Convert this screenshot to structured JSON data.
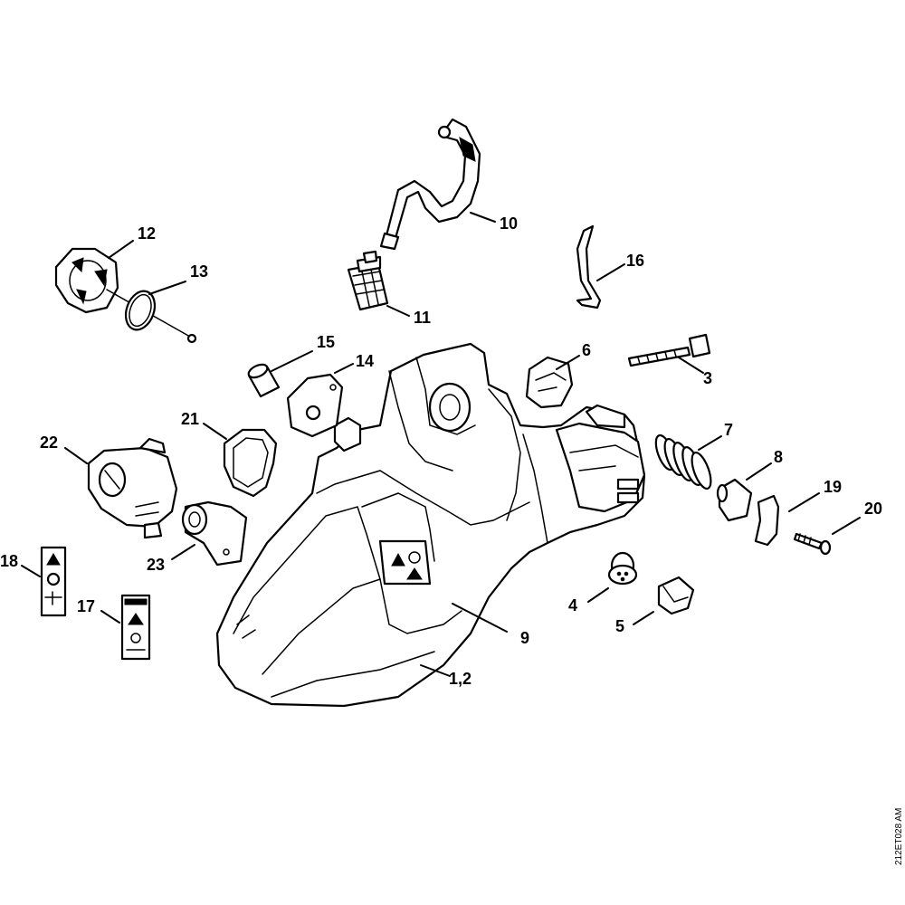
{
  "colors": {
    "line": "#000000",
    "background": "#ffffff"
  },
  "callouts": [
    {
      "label": "1,2",
      "part": "housing"
    },
    {
      "label": "3",
      "part": "bolt"
    },
    {
      "label": "4",
      "part": "grommet-4"
    },
    {
      "label": "5",
      "part": "plug-5"
    },
    {
      "label": "6",
      "part": "buffer-6"
    },
    {
      "label": "7",
      "part": "spring-7"
    },
    {
      "label": "8",
      "part": "buffer-cap-8"
    },
    {
      "label": "9",
      "part": "housing-warning-label"
    },
    {
      "label": "10",
      "part": "fuel-hose-10"
    },
    {
      "label": "11",
      "part": "fuel-filter-11"
    },
    {
      "label": "12",
      "part": "oil-pump-12"
    },
    {
      "label": "13",
      "part": "o-ring-13"
    },
    {
      "label": "14",
      "part": "cover-14"
    },
    {
      "label": "15",
      "part": "sleeve-15"
    },
    {
      "label": "16",
      "part": "hose-16"
    },
    {
      "label": "17",
      "part": "label-17"
    },
    {
      "label": "18",
      "part": "label-18"
    },
    {
      "label": "19",
      "part": "plate-19"
    },
    {
      "label": "20",
      "part": "screw-20"
    },
    {
      "label": "21",
      "part": "gasket-21"
    },
    {
      "label": "22",
      "part": "carburetor-22"
    },
    {
      "label": "23",
      "part": "manifold-23"
    }
  ],
  "drawing_code": "212ET028 AM"
}
